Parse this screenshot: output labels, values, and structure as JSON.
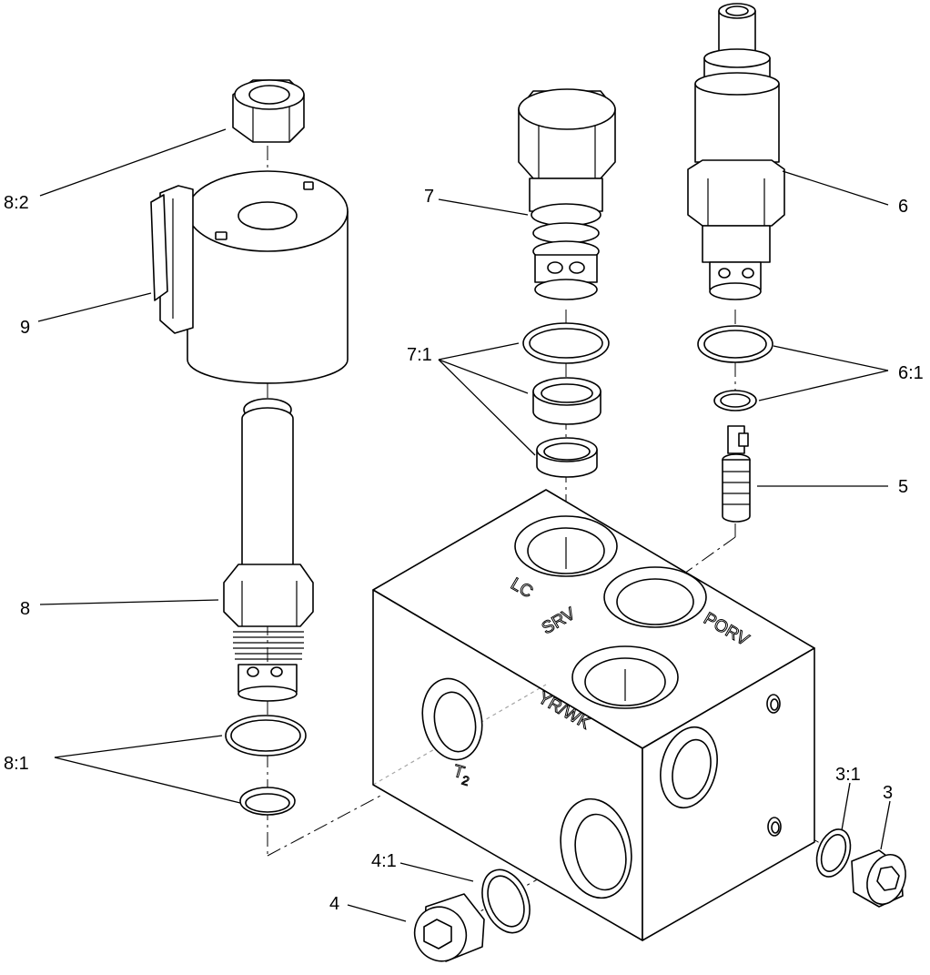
{
  "callouts": {
    "c8_2": "8:2",
    "c9": "9",
    "c8": "8",
    "c8_1": "8:1",
    "c7": "7",
    "c7_1": "7:1",
    "c6": "6",
    "c6_1": "6:1",
    "c5": "5",
    "c4": "4",
    "c4_1": "4:1",
    "c3": "3",
    "c3_1": "3:1"
  },
  "ports": {
    "lc": "LC",
    "porv": "PORV",
    "srv": "SRV",
    "yrwk": "YR/WK",
    "t2_letter": "T",
    "t2_sub": "2"
  }
}
